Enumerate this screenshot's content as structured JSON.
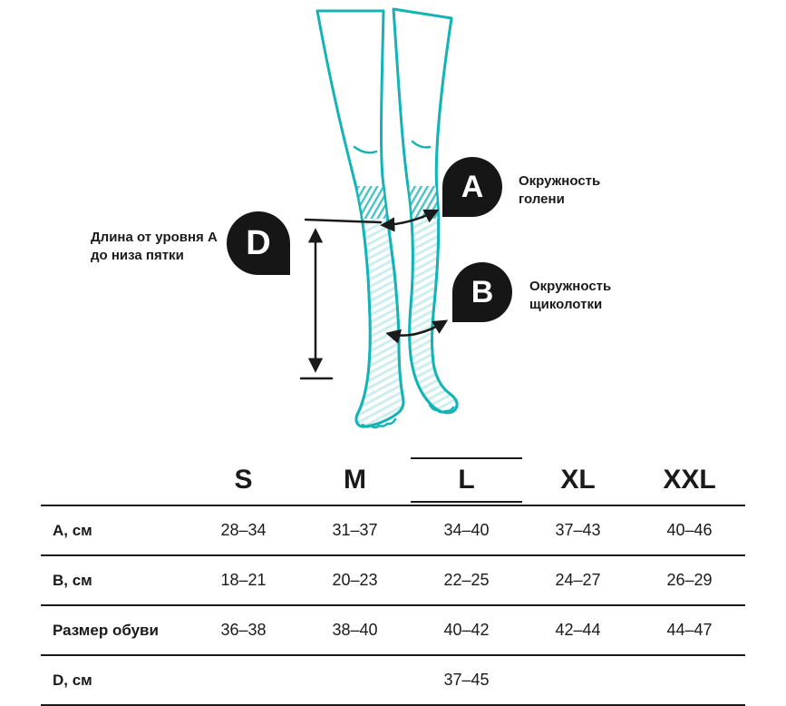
{
  "colors": {
    "accent_teal": "#14b4b6",
    "stripe_teal": "#cdeeee",
    "hatch_teal": "#49c3c4",
    "ink": "#1a1a1a",
    "badge_black": "#161616"
  },
  "diagram": {
    "markers": {
      "a": {
        "letter": "A",
        "label": "Окружность голени"
      },
      "b": {
        "letter": "B",
        "label": "Окружность щиколотки"
      },
      "d": {
        "letter": "D",
        "label": "Длина от уровня А до низа пятки"
      }
    }
  },
  "table": {
    "columns": [
      "S",
      "M",
      "L",
      "XL",
      "XXL"
    ],
    "highlighted_column": "L",
    "rows": [
      {
        "label": "А, см",
        "values": [
          "28–34",
          "31–37",
          "34–40",
          "37–43",
          "40–46"
        ]
      },
      {
        "label": "B, см",
        "values": [
          "18–21",
          "20–23",
          "22–25",
          "24–27",
          "26–29"
        ]
      },
      {
        "label": "Размер обуви",
        "values": [
          "36–38",
          "38–40",
          "40–42",
          "42–44",
          "44–47"
        ]
      },
      {
        "label": "D, см",
        "values": [
          "37–45"
        ],
        "spans_all_columns": true
      }
    ]
  }
}
